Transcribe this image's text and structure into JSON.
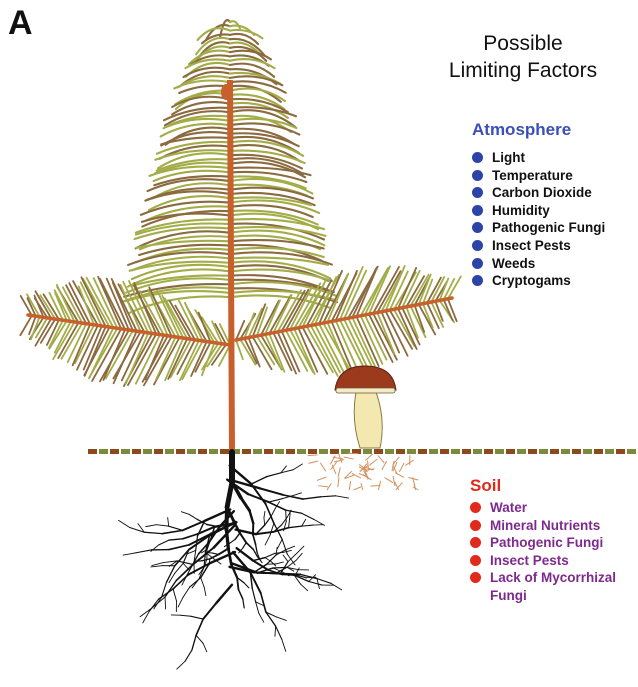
{
  "panel_label": "A",
  "title_lines": [
    "Possible",
    "Limiting Factors"
  ],
  "atmosphere": {
    "heading": "Atmosphere",
    "items": [
      "Light",
      "Temperature",
      "Carbon Dioxide",
      "Humidity",
      "Pathogenic Fungi",
      "Insect Pests",
      "Weeds",
      "Cryptogams"
    ]
  },
  "soil": {
    "heading": "Soil",
    "items": [
      "Water",
      "Mineral Nutrients",
      "Pathogenic Fungi",
      "Insect Pests",
      "Lack of Mycorrhizal Fungi"
    ]
  },
  "colors": {
    "atmosphere_heading": "#3a4fb8",
    "atmosphere_bullet": "#2c44a8",
    "soil_heading": "#e02a1c",
    "soil_bullet": "#e02a1c",
    "soil_item_text": "#7d2a8c",
    "needle_green": "#a3ad48",
    "needle_brown": "#8a6a3e",
    "stem": "#c8602c",
    "roots": "#111111",
    "mycelium": "#d4905c",
    "mushroom_cap": "#9c3a1e",
    "mushroom_stalk": "#f2e8b0",
    "ground_brown": "#8a4a1e",
    "ground_green": "#7c8a3c"
  }
}
